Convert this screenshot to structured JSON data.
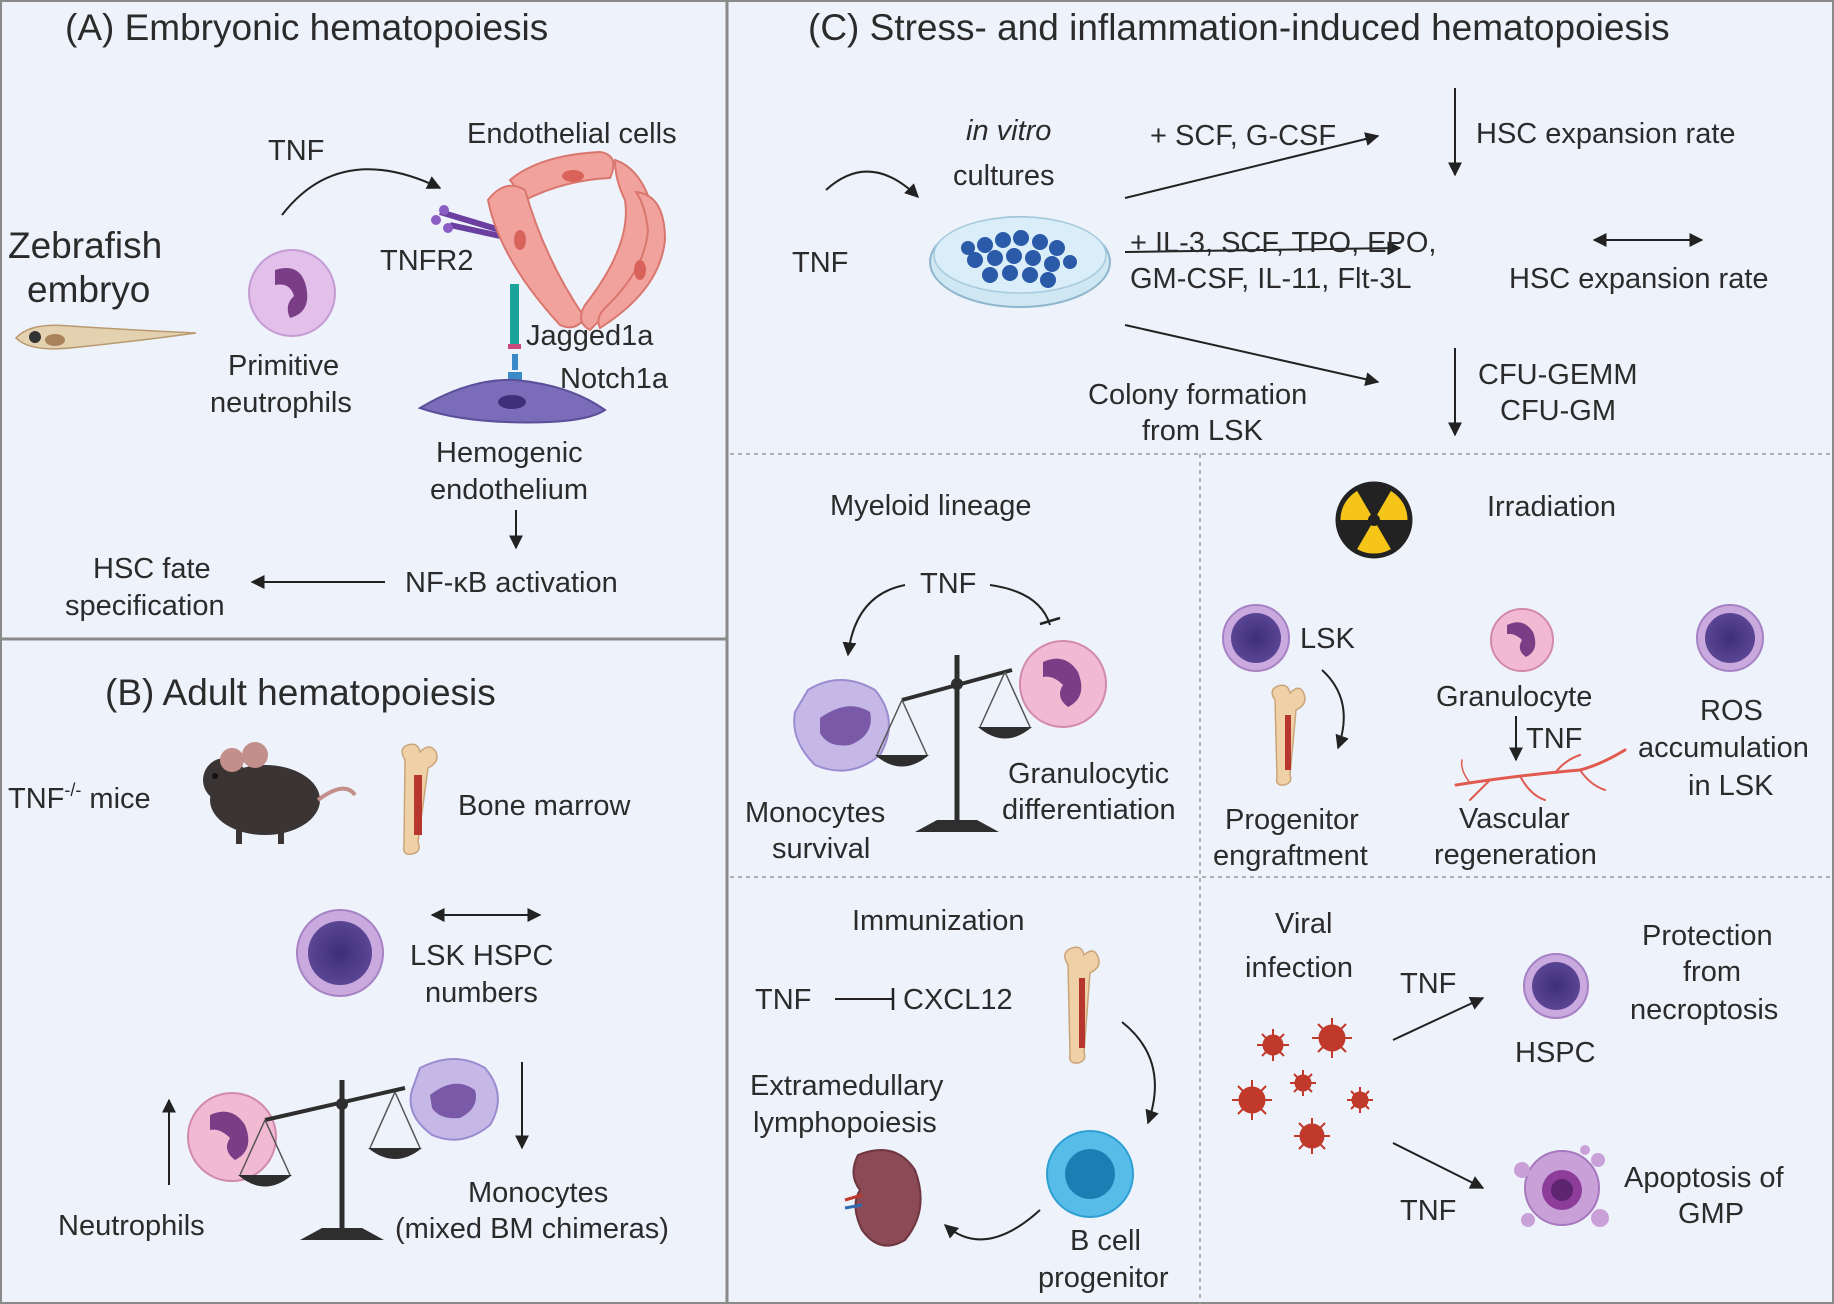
{
  "panel_a": {
    "title": "(A) Embryonic hematopoiesis",
    "zebrafish_1": "Zebrafish",
    "zebrafish_2": "embryo",
    "tnf": "TNF",
    "tnfr2": "TNFR2",
    "endothelial": "Endothelial cells",
    "jagged": "Jagged1a",
    "notch": "Notch1a",
    "primitive_1": "Primitive",
    "primitive_2": "neutrophils",
    "hemogenic_1": "Hemogenic",
    "hemogenic_2": "endothelium",
    "nfkb": "NF-κB activation",
    "hsc_fate_1": "HSC fate",
    "hsc_fate_2": "specification"
  },
  "panel_b": {
    "title": "(B) Adult hematopoiesis",
    "tnf_mice_prefix": "TNF",
    "tnf_mice_sup": "-/-",
    "tnf_mice_suffix": " mice",
    "bone_marrow": "Bone marrow",
    "lsk_1": "LSK HSPC",
    "lsk_2": "numbers",
    "neutrophils": "Neutrophils",
    "monocytes_1": "Monocytes",
    "monocytes_2": "(mixed BM chimeras)"
  },
  "panel_c": {
    "title": "(C) Stress- and inflammation-induced hematopoiesis",
    "in_vitro_1": "in vitro",
    "in_vitro_2": "cultures",
    "tnf": "TNF",
    "scf_gcsf": "+ SCF, G-CSF",
    "hsc_exp_1": "HSC expansion rate",
    "cocktail_1": "+ IL-3, SCF, TPO, EPO,",
    "cocktail_2": "GM-CSF, IL-11, Flt-3L",
    "hsc_exp_2": "HSC expansion rate",
    "colony_1": "Colony formation",
    "colony_2": "from LSK",
    "cfu_gemm": "CFU-GEMM",
    "cfu_gm": "CFU-GM",
    "myeloid": {
      "title": "Myeloid lineage",
      "tnf": "TNF",
      "mono_1": "Monocytes",
      "mono_2": "survival",
      "gran_1": "Granulocytic",
      "gran_2": "differentiation"
    },
    "irradiation": {
      "title": "Irradiation",
      "lsk": "LSK",
      "granulocyte": "Granulocyte",
      "tnf": "TNF",
      "ros_1": "ROS",
      "ros_2": "accumulation",
      "ros_3": "in LSK",
      "prog_1": "Progenitor",
      "prog_2": "engraftment",
      "vasc_1": "Vascular",
      "vasc_2": "regeneration"
    },
    "immunization": {
      "title": "Immunization",
      "tnf": "TNF",
      "cxcl12": "CXCL12",
      "extra_1": "Extramedullary",
      "extra_2": "lymphopoiesis",
      "bcell_1": "B cell",
      "bcell_2": "progenitor"
    },
    "viral": {
      "title_1": "Viral",
      "title_2": "infection",
      "tnf_1": "TNF",
      "tnf_2": "TNF",
      "hspc": "HSPC",
      "prot_1": "Protection",
      "prot_2": "from",
      "prot_3": "necroptosis",
      "apop_1": "Apoptosis of",
      "apop_2": "GMP"
    }
  },
  "colors": {
    "background": "#eef3fb",
    "divider": "#8a8a8a",
    "lsk_cell": "#4e3a86",
    "neutrophil": "#e9a6c8",
    "monocyte": "#9d8ad0",
    "endothelial": "#ef8f8a",
    "bcell": "#2e9fd3",
    "virus": "#c0392b"
  }
}
